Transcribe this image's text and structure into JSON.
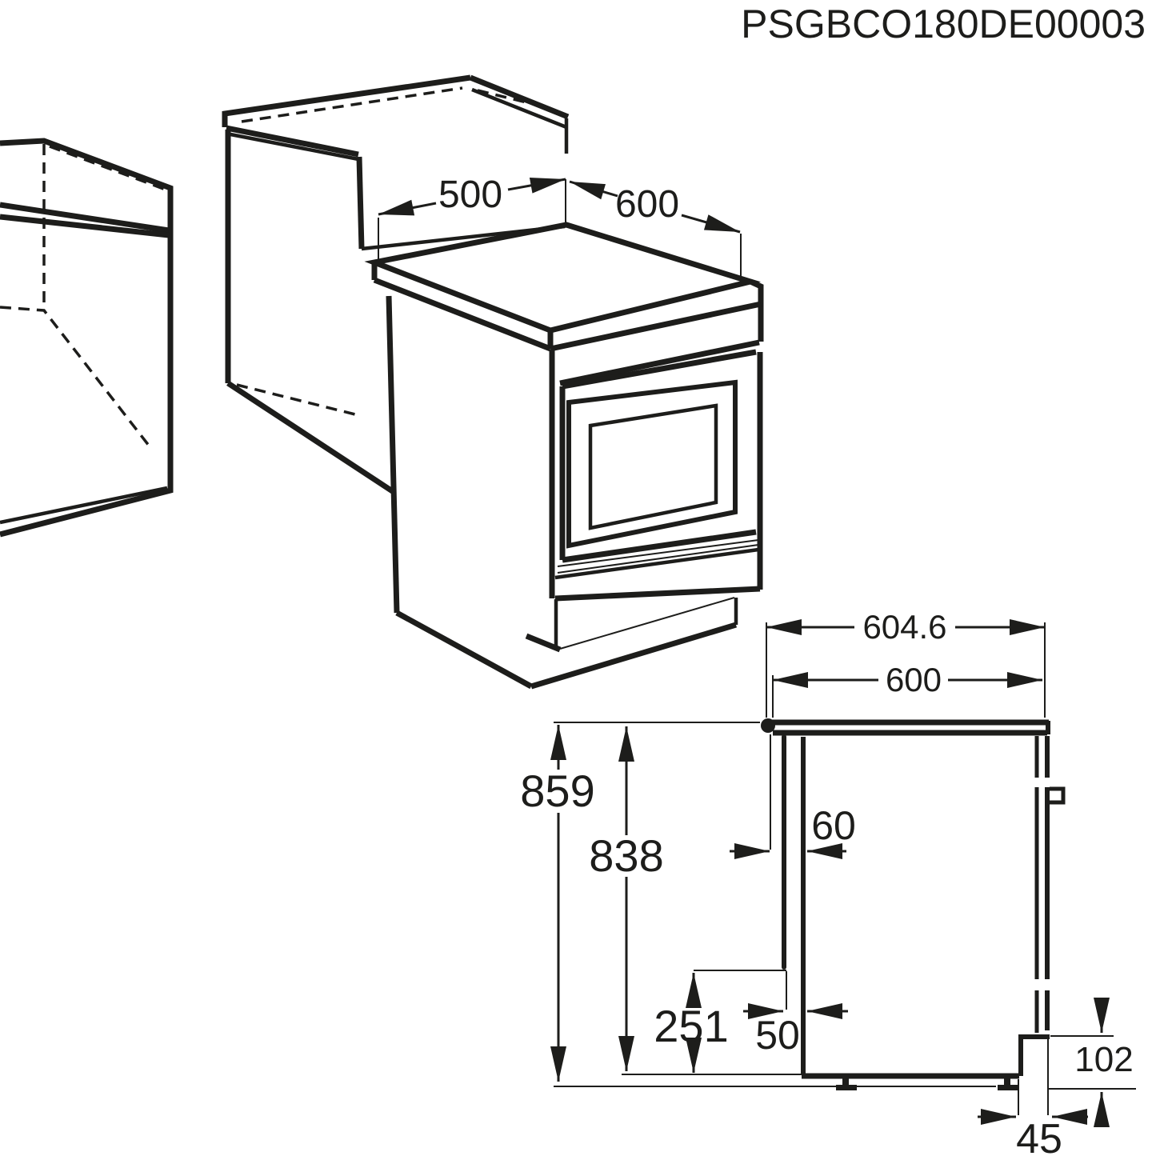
{
  "product_code": "PSGBCO180DE00003",
  "colors": {
    "line": "#1d1d1b",
    "background": "#ffffff"
  },
  "isometric_view": {
    "depth_dim": "500",
    "width_dim": "600"
  },
  "side_view": {
    "overall_depth_dim": "604.6",
    "depth_dim": "600",
    "overall_height_dim": "859",
    "body_height_dim": "838",
    "rear_gap_dim": "60",
    "rear_clearance_height_dim": "251",
    "rear_spacer_depth_dim": "50",
    "plinth_recess_height_dim": "102",
    "plinth_recess_depth_dim": "45"
  }
}
